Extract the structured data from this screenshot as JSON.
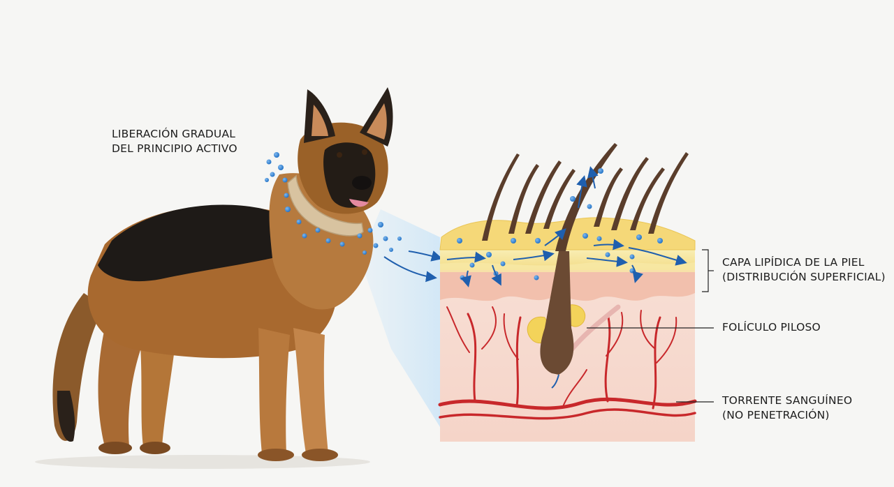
{
  "labels": {
    "release": {
      "line1": "LIBERACIÓN GRADUAL",
      "line2": "DEL PRINCIPIO ACTIVO"
    },
    "lipid": {
      "line1": "CAPA LIPÍDICA DE LA PIEL",
      "line2": "(DISTRIBUCIÓN SUPERFICIAL)"
    },
    "follicle": {
      "line1": "FOLÍCULO PILOSO"
    },
    "blood": {
      "line1": "TORRENTE SANGUÍNEO",
      "line2": "(NO PENETRACIÓN)"
    }
  },
  "colors": {
    "background": "#f6f6f4",
    "droplet": "#2f7fd0",
    "arrow": "#1f5fae",
    "lipid_layer": "#f6e7a8",
    "epidermis": "#f2c9b7",
    "dermis": "#f7dcd3",
    "vessel": "#c8282b",
    "hair": "#5a3d2b",
    "collar": "#d8c3a0"
  },
  "icons": [
    "dog-illustration",
    "collar-icon",
    "droplet-icon",
    "arrow-icon",
    "hair-icon",
    "hair-follicle-icon",
    "blood-vessel-icon"
  ]
}
